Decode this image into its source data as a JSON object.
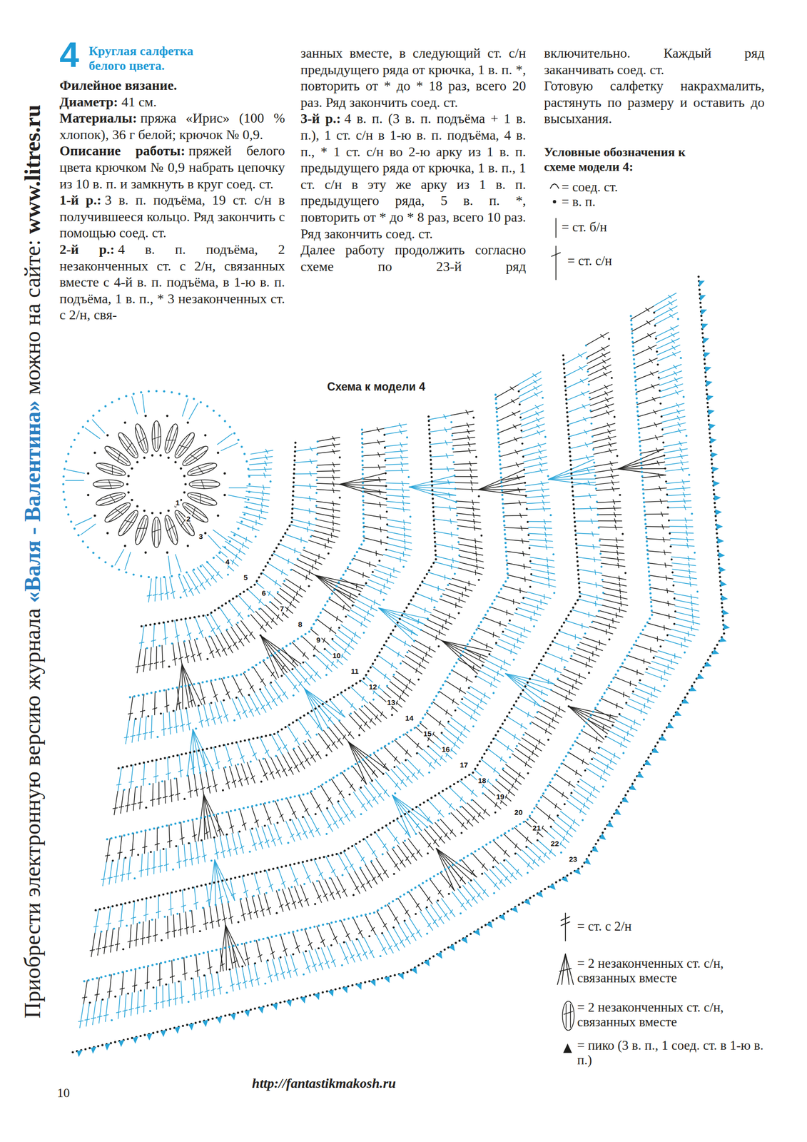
{
  "diagram": {
    "title": "Круглая салфетка белого цвета.",
    "labels": [
      "Приобрести электронную версию журнала",
      "«Валя - Валентина»",
      "можно на сайте:",
      "www.litres.ru",
      "4",
      "Филейное вязание.",
      "Диаметр:",
      "41 см.",
      "Материалы:",
      "пряжа «Ирис» (100 % хлопок), 36 г белой; крючок № 0,9.",
      "Описание работы:",
      "пряжей белого цвета крючком № 0,9 набрать цепочку из 10 в. п. и замкнуть в круг соед. ст.",
      "1-й р.:",
      "3 в. п. подъёма, 19 ст. с/н в получившееся кольцо. Ряд закончить с помощью соед. ст.",
      "2-й р.:",
      "4 в. п. подъёма, 2 незаконченных ст. с 2/н, связанных вместе с 4-й в. п. подъёма, в 1-ю в. п. подъёма, 1 в. п., * 3 незаконченных ст. с 2/н, свя-",
      "занных вместе, в следующий ст. с/н предыдущего ряда от крючка, 1 в. п. *, повторить от * до * 18 раз, всего 20 раз. Ряд закончить соед. ст.",
      "3-й р.:",
      "4 в. п. (3 в. п. подъёма + 1 в. п.), 1 ст. с/н в 1-ю в. п. подъёма, 4 в. п., * 1 ст. с/н во 2-ю арку из 1 в. п. предыдущего ряда от крючка, 1 в. п., 1 ст. с/н в эту же арку из 1 в. п. предыдущего ряда, 5 в. п. *, повторить от * до * 8 раз, всего 10 раз. Ряд закончить соед. ст.",
      "Далее работу продолжить согласно схеме по 23-й ряд",
      "включительно. Каждый ряд заканчивать соед. ст.",
      "Готовую салфетку накрахмалить, растянуть по размеру и оставить до высыхания.",
      "Условные обозначения к схеме модели 4:",
      "Схема к модели 4",
      "1",
      "2",
      "3",
      "4",
      "5",
      "6",
      "7",
      "8",
      "9",
      "10",
      "11",
      "12",
      "13",
      "14",
      "15",
      "16",
      "17",
      "18",
      "19",
      "20",
      "21",
      "22",
      "23",
      "http://fantastikmakosh.ru",
      "10"
    ],
    "legend": [
      {
        "text": "= соед. ст."
      },
      {
        "text": "= в. п."
      },
      {
        "text": "= ст. б/н"
      },
      {
        "text": "= ст. с/н"
      },
      {
        "text": "= ст. с 2/н"
      },
      {
        "text": "= 2 незаконченных ст. с/н, связанных вместе"
      },
      {
        "text": "= 2 незаконченных ст. с/н, связанных вместе"
      },
      {
        "text": "= пико (3 в. п., 1 соед. ст. в 1-ю в. п.)"
      }
    ]
  }
}
